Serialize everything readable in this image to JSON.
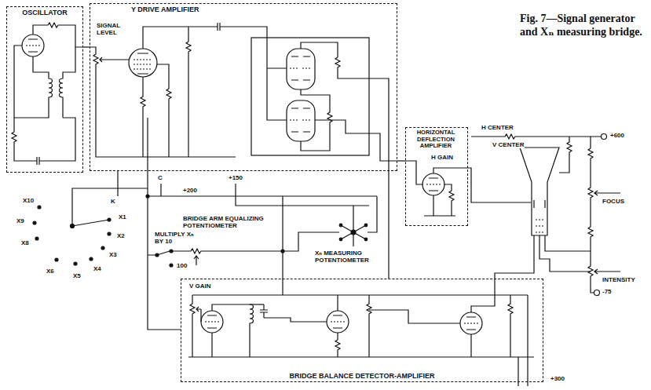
{
  "diagram": {
    "caption": "Fig. 7—Signal generator and Xₙ measuring bridge.",
    "nodes": [
      {
        "text": [
          "OSCILLATOR"
        ]
      },
      {
        "text": [
          "Y DRIVE AMPLIFIER"
        ]
      },
      {
        "text": [
          "HORIZONTAL DEFLECTION AMPLIFIER"
        ]
      },
      {
        "text": [
          "BRIDGE BALANCE DETECTOR-AMPLIFIER"
        ]
      }
    ],
    "edges": [
      {
        "from": 0,
        "to": 1,
        "arrow": "none"
      },
      {
        "from": 1,
        "to": 2,
        "arrow": "none"
      },
      {
        "from": 1,
        "to": 3,
        "arrow": "none"
      }
    ],
    "labels": [
      "SIGNAL LEVEL",
      "+200",
      "+150",
      "C",
      "K",
      "X10",
      "X9",
      "X8",
      "X6",
      "X5",
      "X4",
      "X3",
      "X2",
      "X1",
      "MULTIPLY Xₙ BY 10",
      "100",
      "BRIDGE ARM EQUALIZING POTENTIOMETER",
      "Xₙ MEASURING POTENTIOMETER",
      "V GAIN",
      "H GAIN",
      "H CENTER",
      "V CENTER",
      "+600",
      "FOCUS",
      "INTENSITY",
      "-75",
      "+300"
    ]
  }
}
